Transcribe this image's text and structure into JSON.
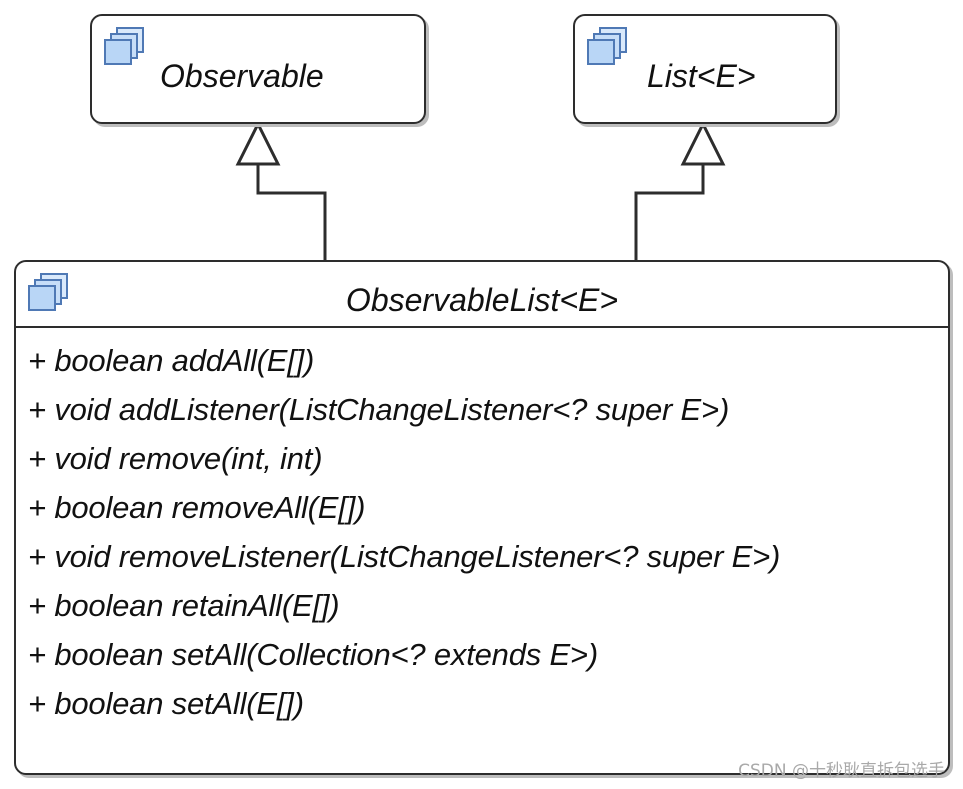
{
  "diagram": {
    "interfaces": {
      "observable": {
        "name": "Observable",
        "icon": "interface-icon"
      },
      "list": {
        "name": "List<E>",
        "icon": "interface-icon"
      },
      "observable_list": {
        "name": "ObservableList<E>",
        "icon": "interface-icon",
        "methods": [
          "+ boolean addAll(E[])",
          "+ void addListener(ListChangeListener<? super E>)",
          "+ void remove(int, int)",
          "+ boolean removeAll(E[])",
          "+ void removeListener(ListChangeListener<? super E>)",
          "+ boolean retainAll(E[])",
          "+ boolean setAll(Collection<? extends E>)",
          "+ boolean setAll(E[])"
        ]
      }
    },
    "relations": [
      {
        "from": "ObservableList<E>",
        "to": "Observable",
        "type": "generalization"
      },
      {
        "from": "ObservableList<E>",
        "to": "List<E>",
        "type": "generalization"
      }
    ],
    "colors": {
      "stroke": "#2d2d2d",
      "icon_fill": "#b9d6f6",
      "icon_stroke": "#4f79b5",
      "shadow": "#bdbdbd",
      "watermark": "#a9a9a9"
    }
  },
  "watermark": "CSDN @十秒耿直拆包选手"
}
